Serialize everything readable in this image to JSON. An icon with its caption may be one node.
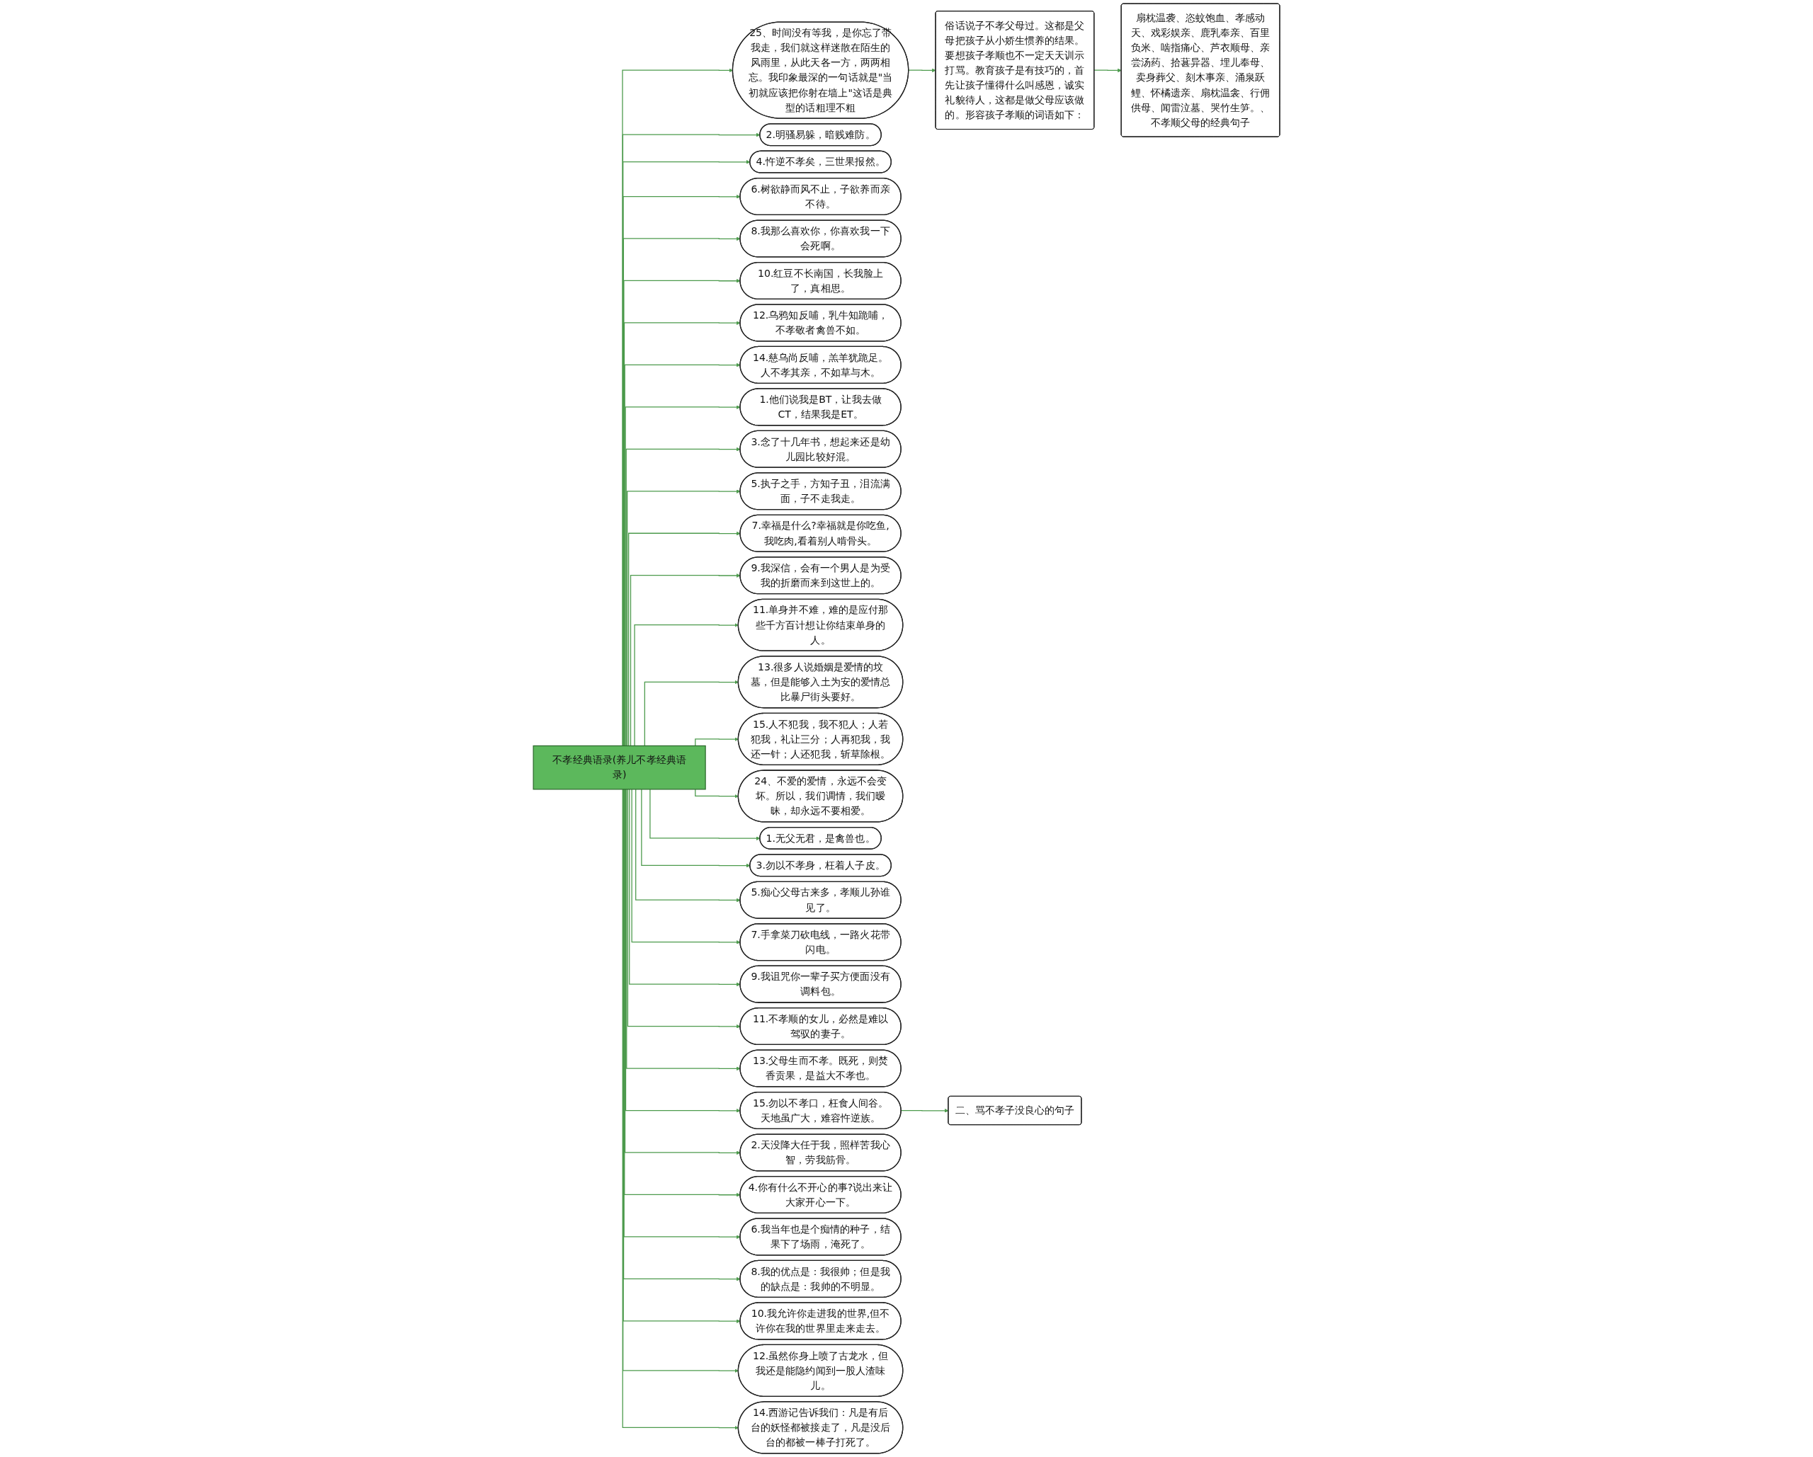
{
  "diagram": {
    "nodes": [
      {
        "text": [
          "不孝经典语录(养儿不孝经典语录)"
        ]
      },
      {
        "text": [
          "25、时间没有等我，是你忘了带我走，我们就这样迷散在陌生的风雨里，从此天各一方，两两相忘。我印象最深的一句话就是\"当初就应该把你射在墙上\"这话是典型的话粗理不粗"
        ]
      },
      {
        "text": [
          "俗话说子不孝父母过。这都是父母把孩子从小娇生惯养的结果。要想孩子孝顺也不一定天天训示打骂。教育孩子是有技巧的，首先让孩子懂得什么叫感恩，诚实礼貌待人，这都是做父母应该做的。形容孩子孝顺的词语如下："
        ]
      },
      {
        "text": [
          "扇枕温袭、恣蚊饱血、孝感动天、戏彩娱亲、鹿乳奉亲、百里负米、啮指痛心、芦衣顺母、亲尝汤药、拾葚异器、埋儿奉母、卖身葬父、刻木事亲、涌泉跃鲤、怀橘遗亲、扇枕温衾、行佣供母、闻雷泣墓、哭竹生笋。、不孝顺父母的经典句子"
        ]
      },
      {
        "text": [
          "2.明骚易躲，暗贱难防。"
        ]
      },
      {
        "text": [
          "4.忤逆不孝矣，三世果报然。"
        ]
      },
      {
        "text": [
          "6.树欲静而风不止，子欲养而亲不待。"
        ]
      },
      {
        "text": [
          "8.我那么喜欢你，你喜欢我一下会死啊。"
        ]
      },
      {
        "text": [
          "10.红豆不长南国，长我脸上了，真相思。"
        ]
      },
      {
        "text": [
          "12.乌鸦知反哺，乳牛知跪哺，不孝敬者禽兽不如。"
        ]
      },
      {
        "text": [
          "14.慈乌尚反哺，羔羊犹跪足。人不孝其亲，不如草与木。"
        ]
      },
      {
        "text": [
          "1.他们说我是BT，让我去做CT，结果我是ET。"
        ]
      },
      {
        "text": [
          "3.念了十几年书，想起来还是幼儿园比较好混。"
        ]
      },
      {
        "text": [
          "5.执子之手，方知子丑，泪流满面，子不走我走。"
        ]
      },
      {
        "text": [
          "7.幸福是什么?幸福就是你吃鱼,我吃肉,看着别人啃骨头。"
        ]
      },
      {
        "text": [
          "9.我深信，会有一个男人是为受我的折磨而来到这世上的。"
        ]
      },
      {
        "text": [
          "11.单身并不难，难的是应付那些千方百计想让你结束单身的人。"
        ]
      },
      {
        "text": [
          "13.很多人说婚姻是爱情的坟墓，但是能够入土为安的爱情总比暴尸街头要好。"
        ]
      },
      {
        "text": [
          "15.人不犯我，我不犯人；人若犯我，礼让三分；人再犯我，我还一针；人还犯我，斩草除根。"
        ]
      },
      {
        "text": [
          "24、不爱的爱情，永远不会变坏。所以，我们调情，我们暧昧，却永远不要相爱。"
        ]
      },
      {
        "text": [
          "1.无父无君，是禽兽也。"
        ]
      },
      {
        "text": [
          "3.勿以不孝身，枉着人子皮。"
        ]
      },
      {
        "text": [
          "5.痴心父母古来多，孝顺儿孙谁见了。"
        ]
      },
      {
        "text": [
          "7.手拿菜刀砍电线，一路火花带闪电。"
        ]
      },
      {
        "text": [
          "9.我诅咒你一辈子买方便面没有调料包。"
        ]
      },
      {
        "text": [
          "11.不孝顺的女儿，必然是难以驾驭的妻子。"
        ]
      },
      {
        "text": [
          "13.父母生而不孝。既死，则焚香贡果，是益大不孝也。"
        ]
      },
      {
        "text": [
          "15.勿以不孝口，枉食人间谷。天地虽广大，难容忤逆族。"
        ]
      },
      {
        "text": [
          "二、骂不孝子没良心的句子"
        ]
      },
      {
        "text": [
          "2.天没降大任于我，照样苦我心智，劳我筋骨。"
        ]
      },
      {
        "text": [
          "4.你有什么不开心的事?说出来让大家开心一下。"
        ]
      },
      {
        "text": [
          "6.我当年也是个痴情的种子，结果下了场雨，淹死了。"
        ]
      },
      {
        "text": [
          "8.我的优点是：我很帅；但是我的缺点是：我帅的不明显。"
        ]
      },
      {
        "text": [
          "10.我允许你走进我的世界,但不许你在我的世界里走来走去。"
        ]
      },
      {
        "text": [
          "12.虽然你身上喷了古龙水，但我还是能隐约闻到一股人渣味儿。"
        ]
      },
      {
        "text": [
          "14.西游记告诉我们：凡是有后台的妖怪都被接走了，凡是没后台的都被一棒子打死了。"
        ]
      }
    ],
    "edges": [
      {
        "from": 0,
        "to": 1,
        "arrow": "to"
      },
      {
        "from": 1,
        "to": 2,
        "arrow": "to"
      },
      {
        "from": 2,
        "to": 3,
        "arrow": "to"
      },
      {
        "from": 0,
        "to": 4,
        "arrow": "to"
      },
      {
        "from": 0,
        "to": 5,
        "arrow": "to"
      },
      {
        "from": 0,
        "to": 6,
        "arrow": "to"
      },
      {
        "from": 0,
        "to": 7,
        "arrow": "to"
      },
      {
        "from": 0,
        "to": 8,
        "arrow": "to"
      },
      {
        "from": 0,
        "to": 9,
        "arrow": "to"
      },
      {
        "from": 0,
        "to": 10,
        "arrow": "to"
      },
      {
        "from": 0,
        "to": 11,
        "arrow": "to"
      },
      {
        "from": 0,
        "to": 12,
        "arrow": "to"
      },
      {
        "from": 0,
        "to": 13,
        "arrow": "to"
      },
      {
        "from": 0,
        "to": 14,
        "arrow": "to"
      },
      {
        "from": 0,
        "to": 15,
        "arrow": "to"
      },
      {
        "from": 0,
        "to": 16,
        "arrow": "to"
      },
      {
        "from": 0,
        "to": 17,
        "arrow": "to"
      },
      {
        "from": 0,
        "to": 18,
        "arrow": "to"
      },
      {
        "from": 0,
        "to": 19,
        "arrow": "to"
      },
      {
        "from": 0,
        "to": 20,
        "arrow": "to"
      },
      {
        "from": 0,
        "to": 21,
        "arrow": "to"
      },
      {
        "from": 0,
        "to": 22,
        "arrow": "to"
      },
      {
        "from": 0,
        "to": 23,
        "arrow": "to"
      },
      {
        "from": 0,
        "to": 24,
        "arrow": "to"
      },
      {
        "from": 0,
        "to": 25,
        "arrow": "to"
      },
      {
        "from": 0,
        "to": 26,
        "arrow": "to"
      },
      {
        "from": 0,
        "to": 27,
        "arrow": "to"
      },
      {
        "from": 27,
        "to": 28,
        "arrow": "to"
      },
      {
        "from": 0,
        "to": 29,
        "arrow": "to"
      },
      {
        "from": 0,
        "to": 30,
        "arrow": "to"
      },
      {
        "from": 0,
        "to": 31,
        "arrow": "to"
      },
      {
        "from": 0,
        "to": 32,
        "arrow": "to"
      },
      {
        "from": 0,
        "to": 33,
        "arrow": "to"
      },
      {
        "from": 0,
        "to": 34,
        "arrow": "to"
      },
      {
        "from": 0,
        "to": 35,
        "arrow": "to"
      }
    ]
  }
}
